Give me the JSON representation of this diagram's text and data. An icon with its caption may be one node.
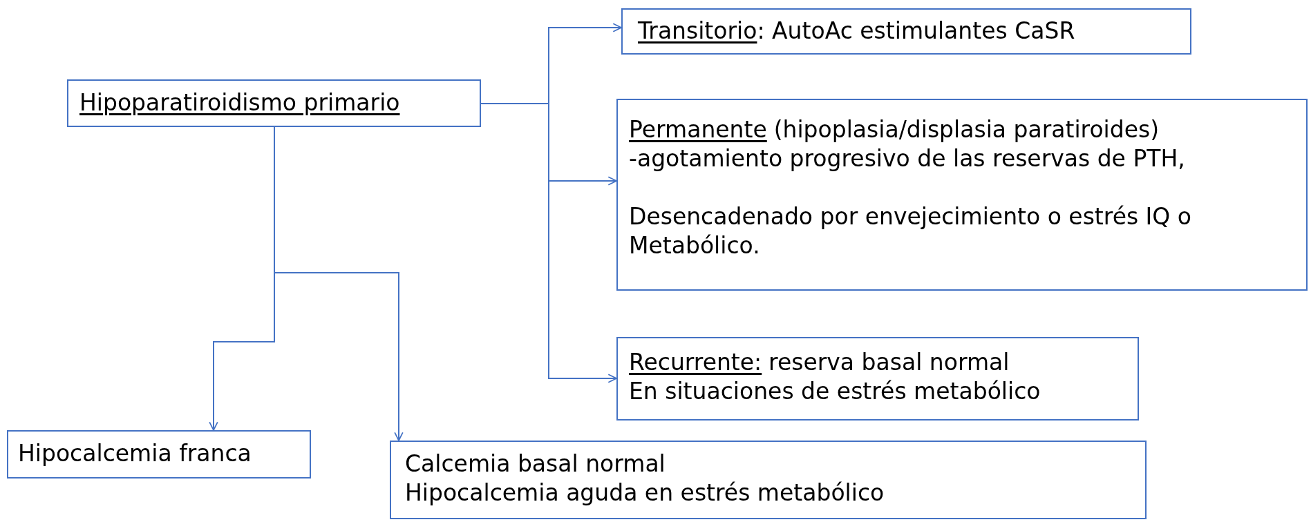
{
  "diagram": {
    "nodes": [
      {
        "text": [
          "Hipoparatiroidismo primario"
        ]
      },
      {
        "text": [
          "Transitorio",
          ": AutoAc estimulantes CaSR"
        ]
      },
      {
        "text": [
          "Permanente",
          "(hipoplasia/displasia paratiroides)",
          "-agotamiento progresivo de las reservas de PTH,",
          "Desencadenado por envejecimiento o estrés IQ o Metabólico."
        ]
      },
      {
        "text": [
          "Recurrente:",
          "reserva basal normal",
          "En situaciones de estrés metabólico"
        ]
      },
      {
        "text": [
          "Hipocalcemia franca"
        ]
      },
      {
        "text": [
          "Calcemia basal normal",
          "Hipocalcemia aguda en estrés metabólico"
        ]
      }
    ],
    "edges": [
      {
        "from": 0,
        "to": 1,
        "arrow": "to",
        "color": "#4472c4"
      },
      {
        "from": 0,
        "to": 2,
        "arrow": "to",
        "color": "#4472c4"
      },
      {
        "from": 0,
        "to": 3,
        "arrow": "to",
        "color": "#4472c4"
      },
      {
        "from": 0,
        "to": 4,
        "arrow": "to",
        "color": "#4472c4"
      },
      {
        "from": 0,
        "to": 5,
        "arrow": "to",
        "color": "#4472c4"
      }
    ]
  }
}
